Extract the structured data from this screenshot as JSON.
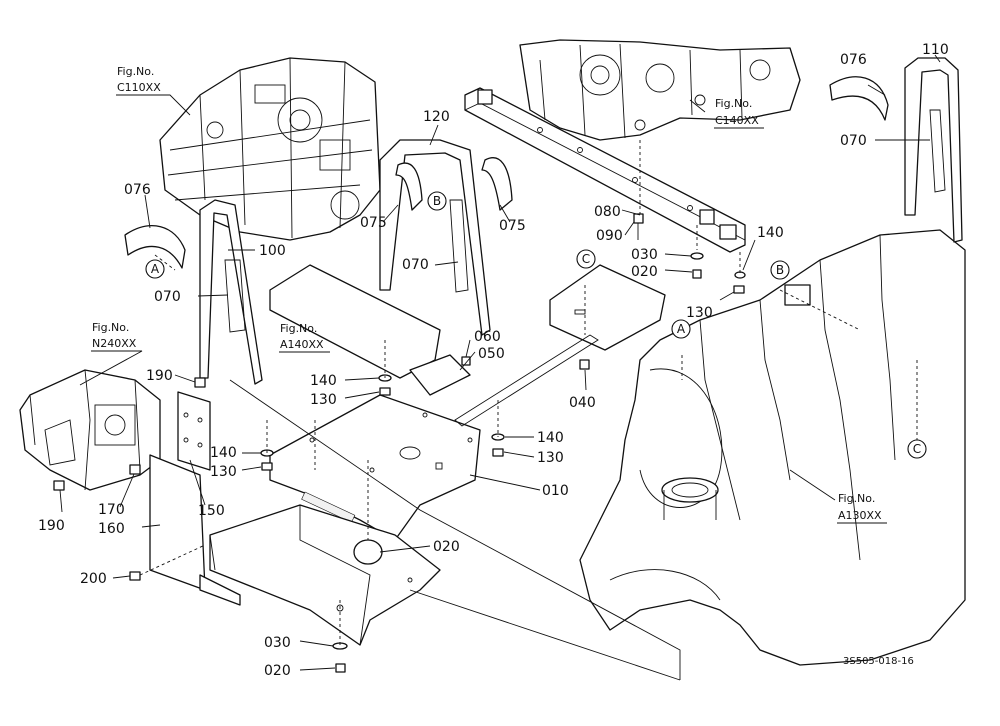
{
  "callouts": [
    {
      "id": "c110",
      "text": "110"
    },
    {
      "id": "c076r",
      "text": "076"
    },
    {
      "id": "c070r",
      "text": "070"
    },
    {
      "id": "c120",
      "text": "120"
    },
    {
      "id": "c076l",
      "text": "076"
    },
    {
      "id": "c100",
      "text": "100"
    },
    {
      "id": "c070l",
      "text": "070"
    },
    {
      "id": "c075a",
      "text": "075"
    },
    {
      "id": "c075b",
      "text": "075"
    },
    {
      "id": "c070m",
      "text": "070"
    },
    {
      "id": "c080",
      "text": "080"
    },
    {
      "id": "c090",
      "text": "090"
    },
    {
      "id": "c030a",
      "text": "030"
    },
    {
      "id": "c020a",
      "text": "020"
    },
    {
      "id": "c140a",
      "text": "140"
    },
    {
      "id": "c130a",
      "text": "130"
    },
    {
      "id": "c060",
      "text": "060"
    },
    {
      "id": "c050",
      "text": "050"
    },
    {
      "id": "c140b",
      "text": "140"
    },
    {
      "id": "c130b",
      "text": "130"
    },
    {
      "id": "c040",
      "text": "040"
    },
    {
      "id": "c190a",
      "text": "190"
    },
    {
      "id": "c140c",
      "text": "140"
    },
    {
      "id": "c130c",
      "text": "130"
    },
    {
      "id": "c140d",
      "text": "140"
    },
    {
      "id": "c130d",
      "text": "130"
    },
    {
      "id": "c010",
      "text": "010"
    },
    {
      "id": "c190b",
      "text": "190"
    },
    {
      "id": "c170",
      "text": "170"
    },
    {
      "id": "c150",
      "text": "150"
    },
    {
      "id": "c160",
      "text": "160"
    },
    {
      "id": "c020b",
      "text": "020"
    },
    {
      "id": "c200",
      "text": "200"
    },
    {
      "id": "c030b",
      "text": "030"
    },
    {
      "id": "c020c",
      "text": "020"
    }
  ],
  "figrefs": [
    {
      "id": "f1",
      "line1": "Fig.No.",
      "line2": "C110XX"
    },
    {
      "id": "f2",
      "line1": "Fig.No.",
      "line2": "C140XX"
    },
    {
      "id": "f3",
      "line1": "Fig.No.",
      "line2": "A140XX"
    },
    {
      "id": "f4",
      "line1": "Fig.No.",
      "line2": "N240XX"
    },
    {
      "id": "f5",
      "line1": "Fig.No.",
      "line2": "A130XX"
    }
  ],
  "markers": [
    {
      "id": "mA1",
      "text": "A"
    },
    {
      "id": "mA2",
      "text": "A"
    },
    {
      "id": "mB1",
      "text": "B"
    },
    {
      "id": "mB2",
      "text": "B"
    },
    {
      "id": "mC1",
      "text": "C"
    },
    {
      "id": "mC2",
      "text": "C"
    }
  ],
  "drawing_code": "3S505-018-16"
}
